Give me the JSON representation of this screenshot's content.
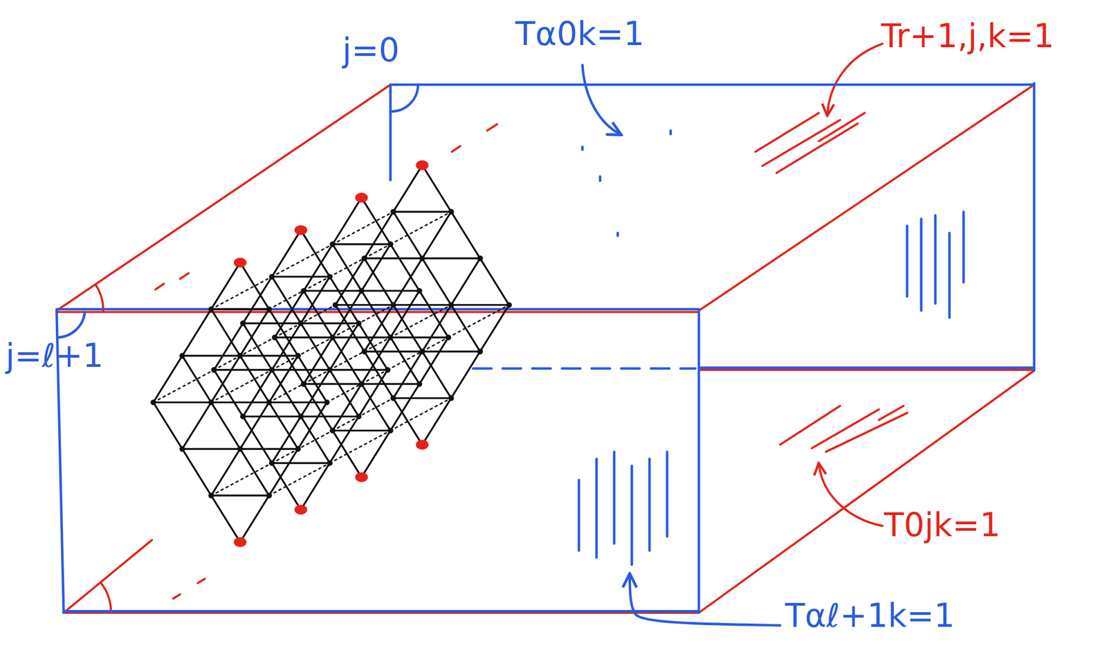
{
  "diagram": {
    "labels": [
      "j=0",
      "Tα0k=1",
      "Tr+1,j,k=1",
      "j=ℓ+1",
      "T0jk=1",
      "Tαℓ+1k=1"
    ]
  }
}
